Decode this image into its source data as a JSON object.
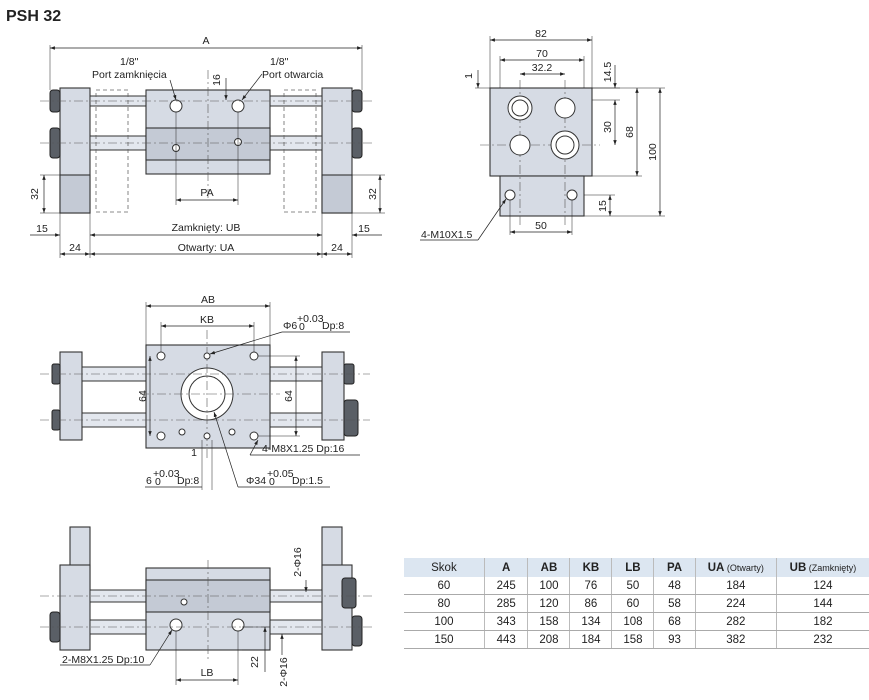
{
  "title": "PSH 32",
  "top_view": {
    "dim_A": "A",
    "port_close_size": "1/8\"",
    "port_close_label": "Port zamknięcia",
    "port_open_size": "1/8\"",
    "port_open_label": "Port otwarcia",
    "dim_16": "16",
    "dim_PA": "PA",
    "dim_32": "32",
    "dim_32b": "32",
    "dim_15_left": "15",
    "dim_15_right": "15",
    "dim_24_left": "24",
    "dim_24_right": "24",
    "closed_label": "Zamknięty: UB",
    "open_label": "Otwarty: UA"
  },
  "end_view": {
    "dim_82": "82",
    "dim_70": "70",
    "dim_32_2": "32.2",
    "dim_1": "1",
    "dim_14_5": "14.5",
    "dim_30": "30",
    "dim_68": "68",
    "dim_100": "100",
    "dim_15": "15",
    "dim_50": "50",
    "thread_label": "4-M10X1.5"
  },
  "mid_view": {
    "dim_AB": "AB",
    "dim_KB": "KB",
    "pin_hole_main": "Φ6",
    "pin_hole_tol_up": "+0.03",
    "pin_hole_tol_low": "0",
    "pin_hole_depth": "Dp:8",
    "dim_64a": "64",
    "dim_64b": "64",
    "dim_1": "1",
    "thread_label": "4-M8X1.25 Dp:16",
    "pin_bottom_main": "6",
    "pin_bottom_tol_up": "+0.03",
    "pin_bottom_tol_low": "0",
    "pin_bottom_depth": "Dp:8",
    "bore_main": "Φ34",
    "bore_tol_up": "+0.05",
    "bore_tol_low": "0",
    "bore_depth": "Dp:1.5"
  },
  "bottom_view": {
    "pin_top": "2-Φ16",
    "pin_bottom": "2-Φ16",
    "thread_label": "2-M8X1.25 Dp:10",
    "dim_LB": "LB",
    "dim_22": "22"
  },
  "table": {
    "headers": [
      {
        "main": "Skok",
        "sub": ""
      },
      {
        "main": "A",
        "sub": ""
      },
      {
        "main": "AB",
        "sub": ""
      },
      {
        "main": "KB",
        "sub": ""
      },
      {
        "main": "LB",
        "sub": ""
      },
      {
        "main": "PA",
        "sub": ""
      },
      {
        "main": "UA",
        "sub": "(Otwarty)"
      },
      {
        "main": "UB",
        "sub": "(Zamknięty)"
      }
    ],
    "rows": [
      [
        "60",
        "245",
        "100",
        "76",
        "50",
        "48",
        "184",
        "124"
      ],
      [
        "80",
        "285",
        "120",
        "86",
        "60",
        "58",
        "224",
        "144"
      ],
      [
        "100",
        "343",
        "158",
        "134",
        "108",
        "68",
        "282",
        "182"
      ],
      [
        "150",
        "443",
        "208",
        "184",
        "158",
        "93",
        "382",
        "232"
      ]
    ]
  }
}
